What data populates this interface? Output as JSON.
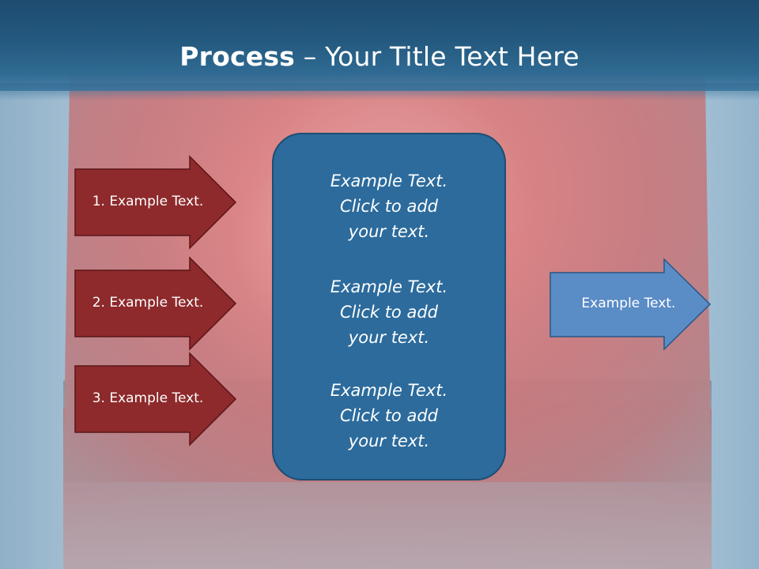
{
  "title": {
    "bold": "Process",
    "rest": " – Your Title Text Here"
  },
  "left_arrows": [
    {
      "label": "1. Example Text."
    },
    {
      "label": "2. Example Text."
    },
    {
      "label": "3. Example Text."
    }
  ],
  "center_blocks": [
    {
      "line1": "Example Text.",
      "line2": "Click  to add",
      "line3": "your text."
    },
    {
      "line1": "Example Text.",
      "line2": "Click  to add",
      "line3": "your text."
    },
    {
      "line1": "Example Text.",
      "line2": "Click  to add",
      "line3": "your text."
    }
  ],
  "right_arrow": {
    "label": "Example Text."
  },
  "colors": {
    "header": "#24597f",
    "left_arrow_fill": "#8e2a2c",
    "center_box_fill": "#2c6b9c",
    "right_arrow_fill": "#5a8cc6"
  }
}
